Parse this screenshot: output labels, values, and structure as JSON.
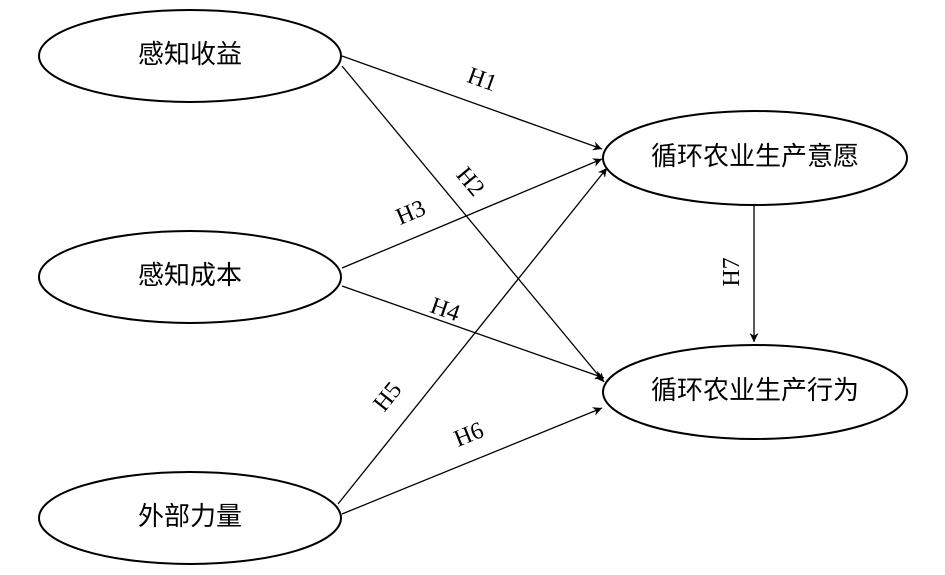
{
  "nodes": {
    "perceived_benefit": {
      "label": "感知收益"
    },
    "perceived_cost": {
      "label": "感知成本"
    },
    "external_force": {
      "label": "外部力量"
    },
    "production_intention": {
      "label": "循环农业生产意愿"
    },
    "production_behavior": {
      "label": "循环农业生产行为"
    }
  },
  "hypotheses": {
    "h1": "H1",
    "h2": "H2",
    "h3": "H3",
    "h4": "H4",
    "h5": "H5",
    "h6": "H6",
    "h7": "H7"
  },
  "colors": {
    "stroke": "#000000",
    "background": "#ffffff"
  }
}
